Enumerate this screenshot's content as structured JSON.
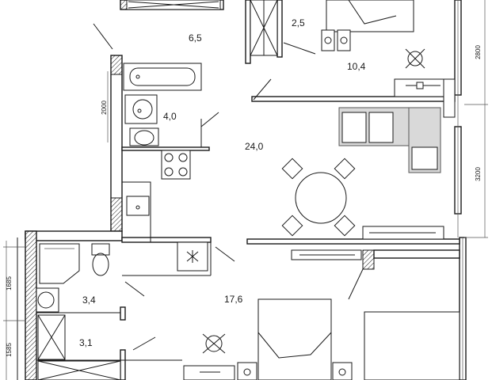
{
  "rooms": [
    {
      "id": "hall",
      "area": "6,5"
    },
    {
      "id": "wardrobe",
      "area": "2,5"
    },
    {
      "id": "bedroom1",
      "area": "10,4"
    },
    {
      "id": "bathroom",
      "area": "4,0"
    },
    {
      "id": "living",
      "area": "24,0"
    },
    {
      "id": "wc",
      "area": "3,4"
    },
    {
      "id": "storage",
      "area": "3,1"
    },
    {
      "id": "bedroom2",
      "area": "17,6"
    }
  ],
  "dimensions": {
    "right_top": "2800",
    "right_bottom": "3200",
    "left_bath": "2000",
    "left_wc": "1685",
    "left_storage": "1585"
  },
  "colors": {
    "line": "#1a1a1a",
    "sofa": "#d9d9d9"
  }
}
